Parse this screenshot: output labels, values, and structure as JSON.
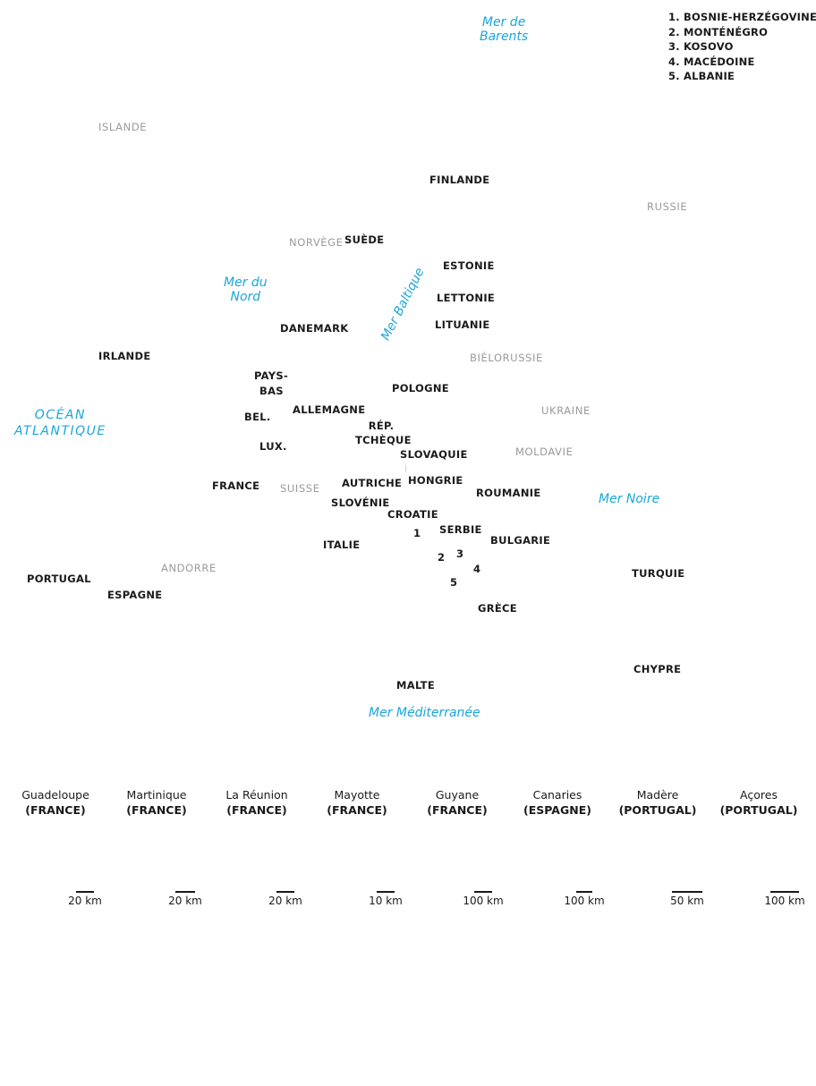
{
  "legend": [
    "1. BOSNIE-HERZÉGOVINE",
    "2. MONTÉNÉGRO",
    "3. KOSOVO",
    "4. MACÉDOINE",
    "5. ALBANIE"
  ],
  "seas": {
    "barents_1": "Mer de",
    "barents_2": "Barents",
    "nord_1": "Mer du",
    "nord_2": "Nord",
    "baltique": "Mer Baltique",
    "atlantique_1": "OCÉAN",
    "atlantique_2": "ATLANTIQUE",
    "noire": "Mer Noire",
    "mediterranee": "Mer Méditerranée"
  },
  "eu_countries": {
    "finlande": "FINLANDE",
    "suede": "SUÈDE",
    "estonie": "ESTONIE",
    "lettonie": "LETTONIE",
    "lituanie": "LITUANIE",
    "danemark": "DANEMARK",
    "irlande": "IRLANDE",
    "pays_bas_1": "PAYS-",
    "pays_bas_2": "BAS",
    "pologne": "POLOGNE",
    "allemagne": "ALLEMAGNE",
    "belgique": "BEL.",
    "luxembourg": "LUX.",
    "rep_tcheque_1": "RÉP.",
    "rep_tcheque_2": "TCHÈQUE",
    "slovaquie": "SLOVAQUIE",
    "autriche": "AUTRICHE",
    "hongrie": "HONGRIE",
    "roumanie": "ROUMANIE",
    "france": "FRANCE",
    "slovenie": "SLOVÉNIE",
    "croatie": "CROATIE",
    "serbie": "SERBIE",
    "bulgarie": "BULGARIE",
    "italie": "ITALIE",
    "portugal": "PORTUGAL",
    "espagne": "ESPAGNE",
    "turquie": "TURQUIE",
    "grece": "GRÈCE",
    "chypre": "CHYPRE",
    "malte": "MALTE"
  },
  "other_countries": {
    "islande": "ISLANDE",
    "russie": "RUSSIE",
    "norvege": "NORVÈGE",
    "bielorussie": "BIÉLORUSSIE",
    "ukraine": "UKRAINE",
    "moldavie": "MOLDAVIE",
    "suisse": "SUISSE",
    "andorre": "ANDORRE"
  },
  "map_numbers": {
    "n1": "1",
    "n2": "2",
    "n3": "3",
    "n4": "4",
    "n5": "5"
  },
  "insets": [
    {
      "name": "Guadeloupe",
      "country": "(FRANCE)",
      "scale": "20 km"
    },
    {
      "name": "Martinique",
      "country": "(FRANCE)",
      "scale": "20 km"
    },
    {
      "name": "La Réunion",
      "country": "(FRANCE)",
      "scale": "20 km"
    },
    {
      "name": "Mayotte",
      "country": "(FRANCE)",
      "scale": "10 km"
    },
    {
      "name": "Guyane",
      "country": "(FRANCE)",
      "scale": "100 km"
    },
    {
      "name": "Canaries",
      "country": "(ESPAGNE)",
      "scale": "100 km"
    },
    {
      "name": "Madère",
      "country": "(PORTUGAL)",
      "scale": "50 km"
    },
    {
      "name": "Açores",
      "country": "(PORTUGAL)",
      "scale": "100 km"
    }
  ],
  "colors": {
    "sea": "#1aa7d8",
    "eu_label": "#1a1a1a",
    "non_eu_label": "#9a9a9a",
    "background": "#ffffff"
  }
}
